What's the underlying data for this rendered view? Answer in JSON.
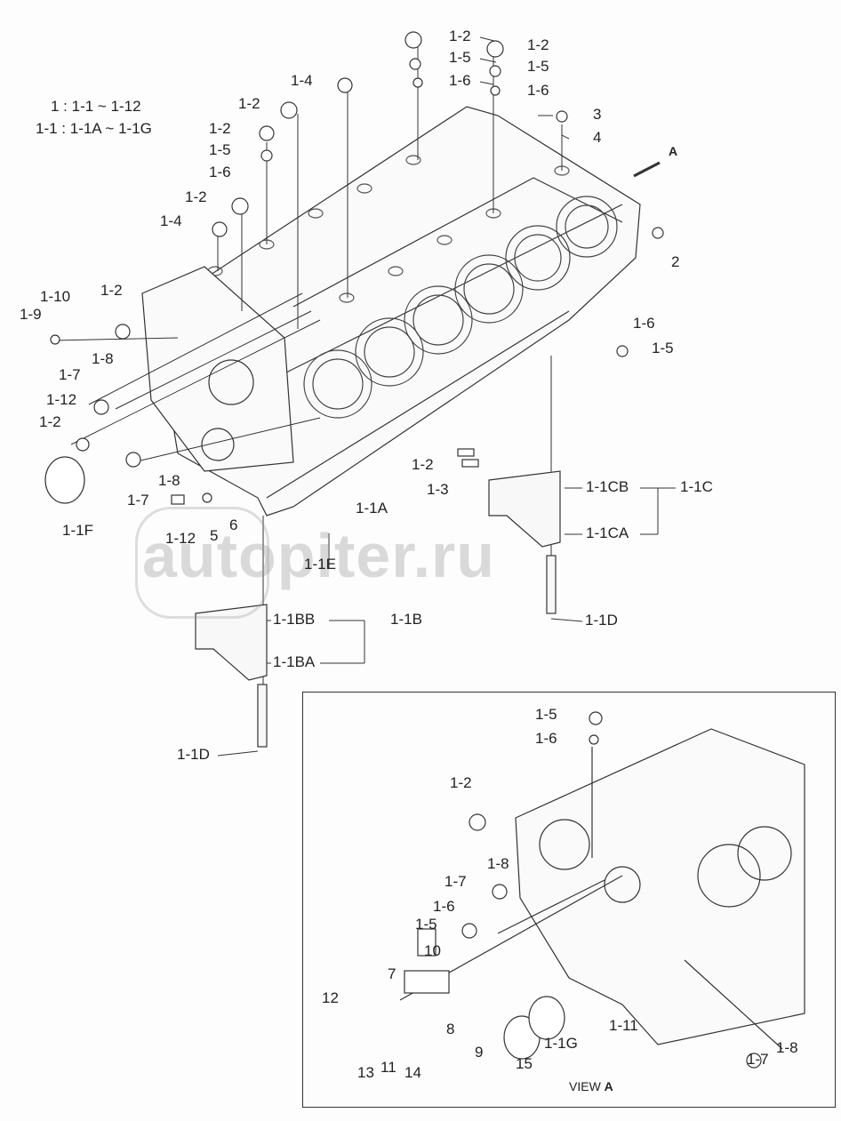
{
  "summary": {
    "line1": "1 : 1-1 ~ 1-12",
    "line2": "1-1 : 1-1A ~ 1-1G"
  },
  "view_arrow": "A",
  "watermark": "autopiter.ru",
  "main_labels": [
    "1-2",
    "1-5",
    "1-6",
    "1-2",
    "1-5",
    "1-6",
    "3",
    "4",
    "1-4",
    "1-2",
    "1-2",
    "1-5",
    "1-6",
    "1-2",
    "1-4",
    "2",
    "1-10",
    "1-9",
    "1-2",
    "1-6",
    "1-5",
    "1-8",
    "1-7",
    "1-12",
    "1-2",
    "1-8",
    "1-7",
    "1-2",
    "1-3",
    "1-1CB",
    "1-1C",
    "1-1A",
    "1-1F",
    "1-12",
    "5",
    "6",
    "1-1CA",
    "1-1E",
    "1-1D",
    "1-1BB",
    "1-1B",
    "1-1BA",
    "1-1D"
  ],
  "view_a": {
    "title_prefix": "VIEW",
    "title_letter": "A",
    "labels": [
      "1-5",
      "1-6",
      "1-2",
      "1-8",
      "1-7",
      "1-6",
      "1-5",
      "10",
      "7",
      "12",
      "8",
      "9",
      "13",
      "11",
      "14",
      "15",
      "1-1G",
      "1-11",
      "1-7",
      "1-8"
    ]
  }
}
